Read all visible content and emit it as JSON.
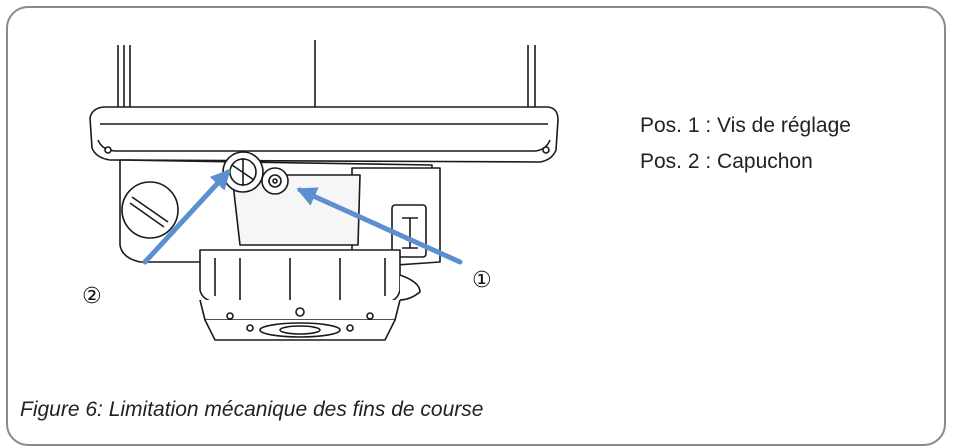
{
  "legend": {
    "items": [
      {
        "label": "Pos. 1 :",
        "text": "Vis de réglage"
      },
      {
        "label": "Pos. 2 :",
        "text": "Capuchon"
      }
    ]
  },
  "callouts": {
    "one": "①",
    "two": "②"
  },
  "caption": "Figure 6: Limitation mécanique des fins de course",
  "colors": {
    "arrow": "#5b8fcf",
    "frame": "#8a8a8a",
    "line": "#1a1a1a"
  }
}
